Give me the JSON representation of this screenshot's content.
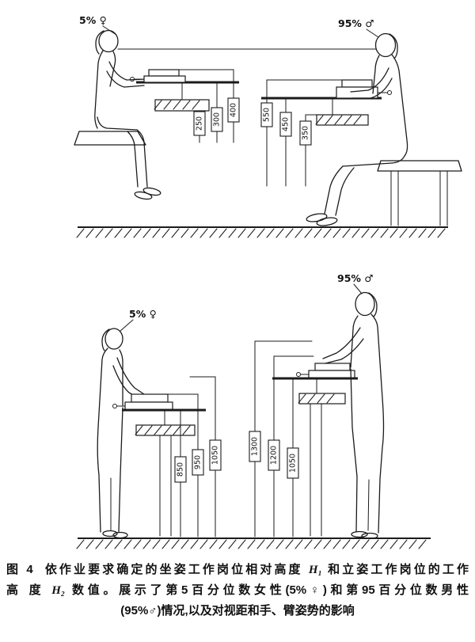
{
  "seated_diagram": {
    "female_label": "5% ♀",
    "male_label": "95% ♂",
    "female_dims": [
      "250",
      "300",
      "400"
    ],
    "male_dims": [
      "550",
      "450",
      "350"
    ]
  },
  "standing_diagram": {
    "female_label": "5% ♀",
    "male_label": "95% ♂",
    "female_dims": [
      "850",
      "950",
      "1050"
    ],
    "male_dims": [
      "1300",
      "1200",
      "1050"
    ]
  },
  "caption": {
    "fig_label": "图 4",
    "l1a": "依作业要求确定的坐姿工作岗位相对高度 ",
    "l1b": "H₁",
    "l1c": " 和立姿工作岗位的工作",
    "l2a": "高 度 ",
    "l2b": "H₂",
    "l2c": " 数值。展示了第5百分位数女性(5%♀)和第95百分位数男性",
    "l3": "(95%♂)情况,以及对视距和手、臂姿势的影响"
  }
}
